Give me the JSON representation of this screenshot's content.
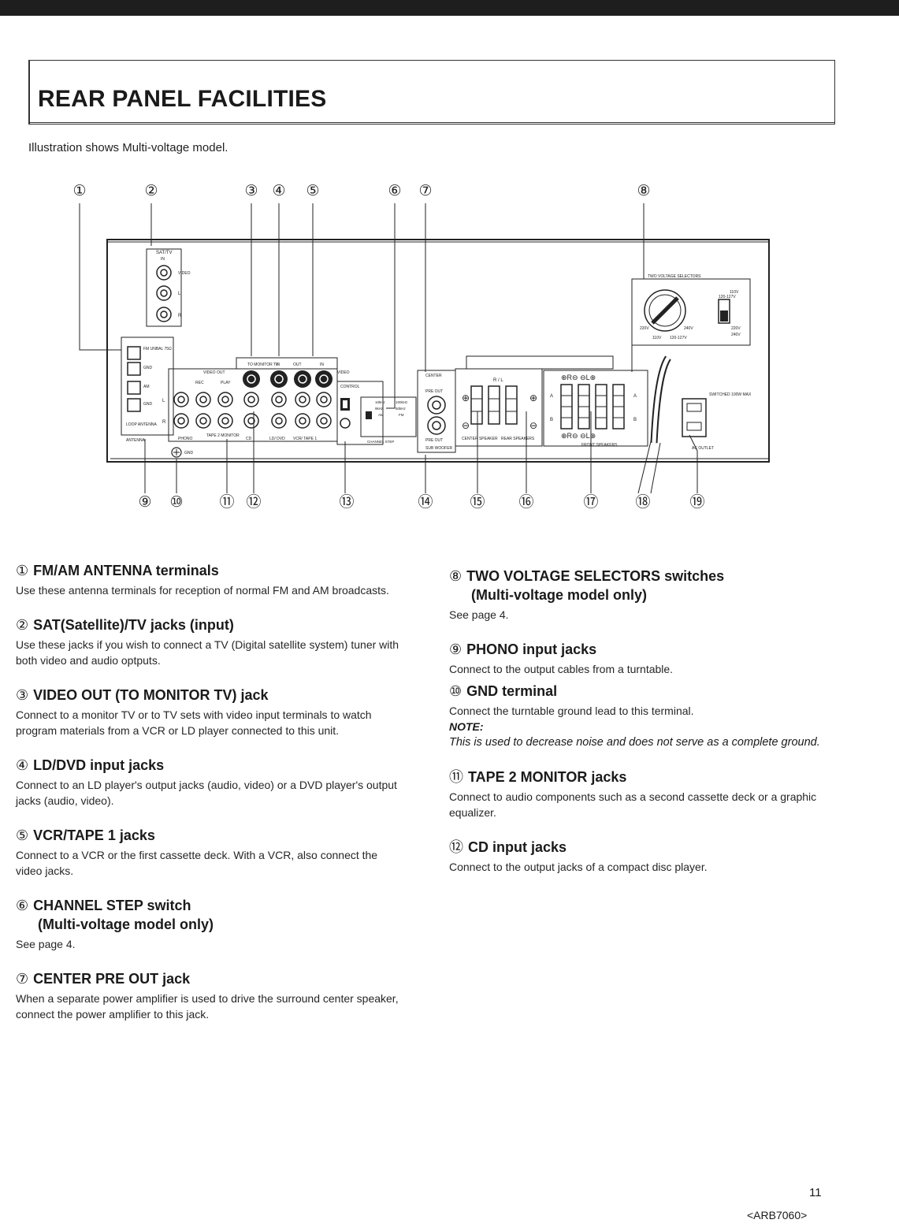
{
  "page": {
    "title": "REAR PANEL FACILITIES",
    "caption": "Illustration shows Multi-voltage model.",
    "page_number": "11",
    "doc_code": "<ARB7060>"
  },
  "callouts_top": [
    "①",
    "②",
    "③",
    "④",
    "⑤",
    "⑥",
    "⑦",
    "⑧"
  ],
  "callouts_bottom": [
    "⑨",
    "⑩",
    "⑪",
    "⑫",
    "⑬",
    "⑭",
    "⑮",
    "⑯",
    "⑰",
    "⑱",
    "⑲"
  ],
  "panel_labels": {
    "sat_tv": "SAT/TV",
    "in": "IN",
    "video": "VIDEO",
    "l": "L",
    "r": "R",
    "two_voltage": "TWO VOLTAGE SELECTORS",
    "v110": "110V",
    "v120": "120-127V",
    "v220": "220V",
    "v240": "240V",
    "switched": "SWITCHED 100W MAX",
    "ac_outlet": "AC OUTLET",
    "center": "CENTER",
    "pre_out": "PRE OUT",
    "sub_woofer": "SUB WOOFER",
    "control": "CONTROL",
    "channel_step": "CHANNEL STEP",
    "am": "AM",
    "fm": "FM",
    "khz10": "10kHz",
    "khz9": "9kHz",
    "khz100": "100kHz",
    "khz50": "50kHz",
    "antenna": "ANTENNA",
    "loop_antenna": "LOOP ANTENNA",
    "phono": "PHONO",
    "gnd": "GND",
    "tape2_monitor": "TAPE 2 MONITOR",
    "rec": "REC",
    "play": "PLAY",
    "cd": "CD",
    "ld_dvd": "LD/ DVD",
    "vcr_tape1": "VCR/ TAPE 1",
    "to_monitor": "TO MONITOR TV",
    "video_out": "VIDEO OUT",
    "out": "OUT",
    "center_speaker": "CENTER SPEAKER",
    "rear_speakers": "REAR SPEAKERS",
    "front_speakers": "FRONT SPEAKERS",
    "a": "A",
    "b": "B",
    "rl": "R / L",
    "fm_unbal": "FM UNBAL 75Ω"
  },
  "items_left": [
    {
      "num": "①",
      "title": "FM/AM ANTENNA terminals",
      "subtitle": "",
      "body": "Use these antenna terminals for reception of normal FM and AM broadcasts."
    },
    {
      "num": "②",
      "title": "SAT(Satellite)/TV jacks (input)",
      "subtitle": "",
      "body": "Use these jacks if you wish to connect a TV (Digital satellite system) tuner with both video and audio optputs."
    },
    {
      "num": "③",
      "title": "VIDEO OUT (TO MONITOR TV) jack",
      "subtitle": "",
      "body": "Connect to a monitor TV or to TV sets with video input terminals to watch program materials from a VCR or LD player connected to this unit."
    },
    {
      "num": "④",
      "title": "LD/DVD input jacks",
      "subtitle": "",
      "body": "Connect to an LD player's output jacks (audio, video) or a DVD player's output jacks (audio, video)."
    },
    {
      "num": "⑤",
      "title": "VCR/TAPE 1 jacks",
      "subtitle": "",
      "body": "Connect to a VCR or the first cassette deck. With a VCR, also connect the video jacks."
    },
    {
      "num": "⑥",
      "title": "CHANNEL STEP switch",
      "subtitle": "(Multi-voltage model only)",
      "body": "See page 4."
    },
    {
      "num": "⑦",
      "title": "CENTER PRE OUT jack",
      "subtitle": "",
      "body": "When a separate power amplifier is used to drive the surround center speaker, connect the power amplifier to this jack."
    }
  ],
  "items_right": {
    "item8": {
      "num": "⑧",
      "title": "TWO VOLTAGE SELECTORS switches",
      "subtitle": "(Multi-voltage model only)",
      "body": "See page 4."
    },
    "item9": {
      "num": "⑨",
      "title": "PHONO input jacks",
      "body": "Connect to the output cables from a turntable."
    },
    "item10": {
      "num": "⑩",
      "title": "GND terminal",
      "body": "Connect the turntable ground lead to this terminal.",
      "note_label": "NOTE:",
      "note": "This is used to decrease noise and does not serve as a complete ground."
    },
    "item11": {
      "num": "⑪",
      "title": "TAPE 2 MONITOR jacks",
      "body": "Connect to audio components such as a second cassette deck or a graphic equalizer."
    },
    "item12": {
      "num": "⑫",
      "title": "CD input jacks",
      "body": "Connect to the output jacks of a compact disc player."
    }
  }
}
